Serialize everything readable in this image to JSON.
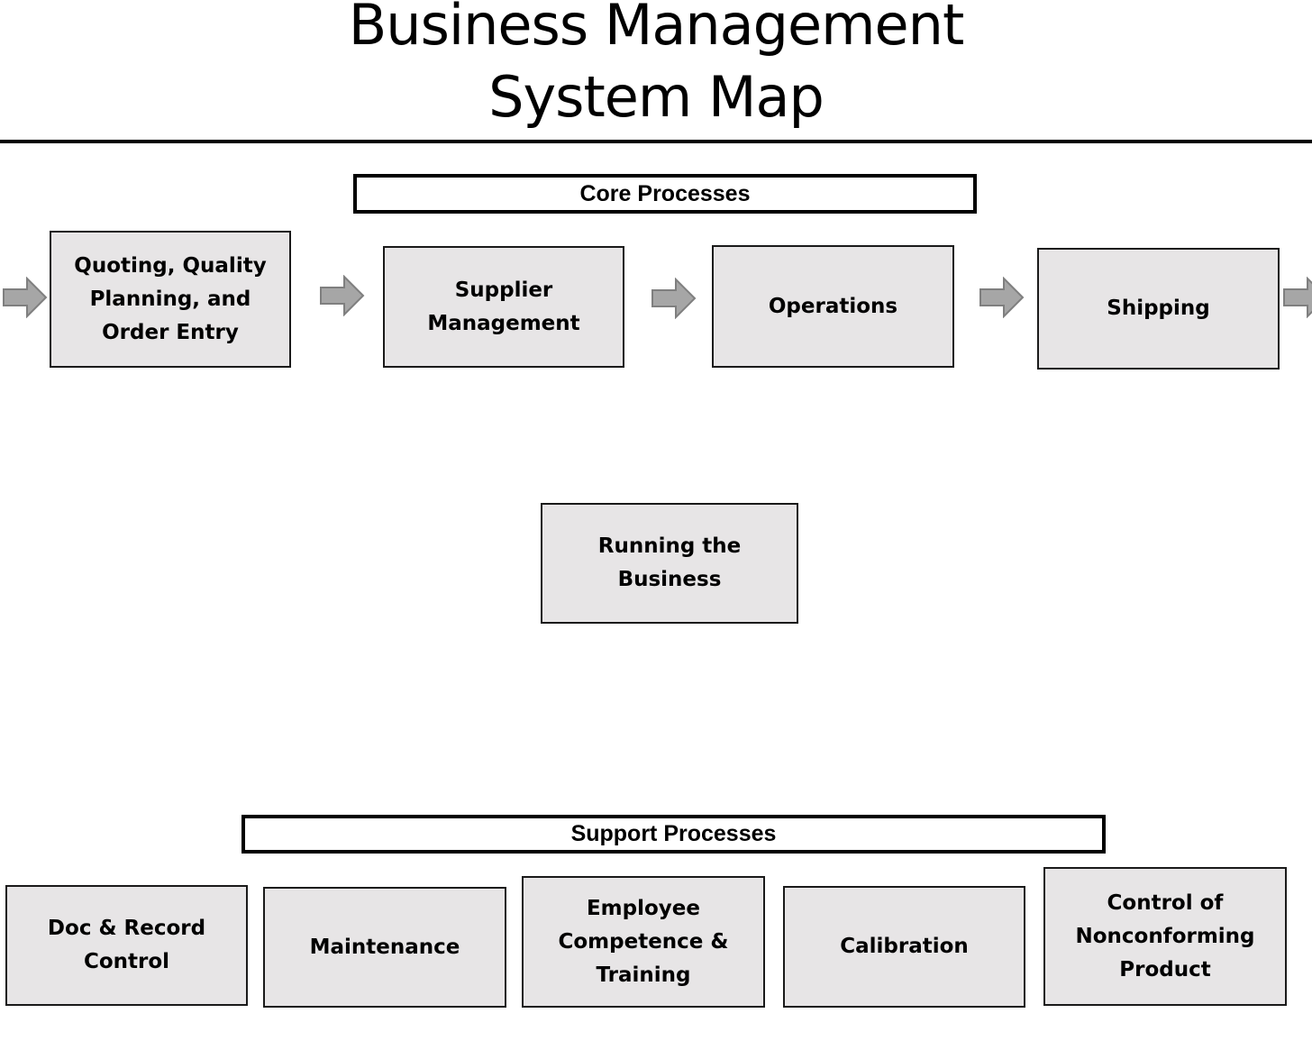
{
  "title": {
    "line1": "Business Management",
    "line2": "System Map"
  },
  "core": {
    "header": "Core Processes",
    "boxes": [
      {
        "label": "Quoting, Quality\nPlanning, and\nOrder Entry"
      },
      {
        "label": "Supplier\nManagement"
      },
      {
        "label": "Operations"
      },
      {
        "label": "Shipping"
      }
    ]
  },
  "center": {
    "label": "Running the\nBusiness"
  },
  "support": {
    "header": "Support Processes",
    "boxes": [
      {
        "label": "Doc & Record\nControl"
      },
      {
        "label": "Maintenance"
      },
      {
        "label": "Employee\nCompetence &\nTraining"
      },
      {
        "label": "Calibration"
      },
      {
        "label": "Control of\nNonconforming\nProduct"
      }
    ]
  },
  "colors": {
    "box_fill": "#e7e5e6",
    "box_border": "#1a1a1a",
    "arrow_fill": "#a6a6a6",
    "arrow_stroke": "#7f7f7f"
  },
  "icons": {
    "flow_arrow": "right-arrow-icon"
  }
}
